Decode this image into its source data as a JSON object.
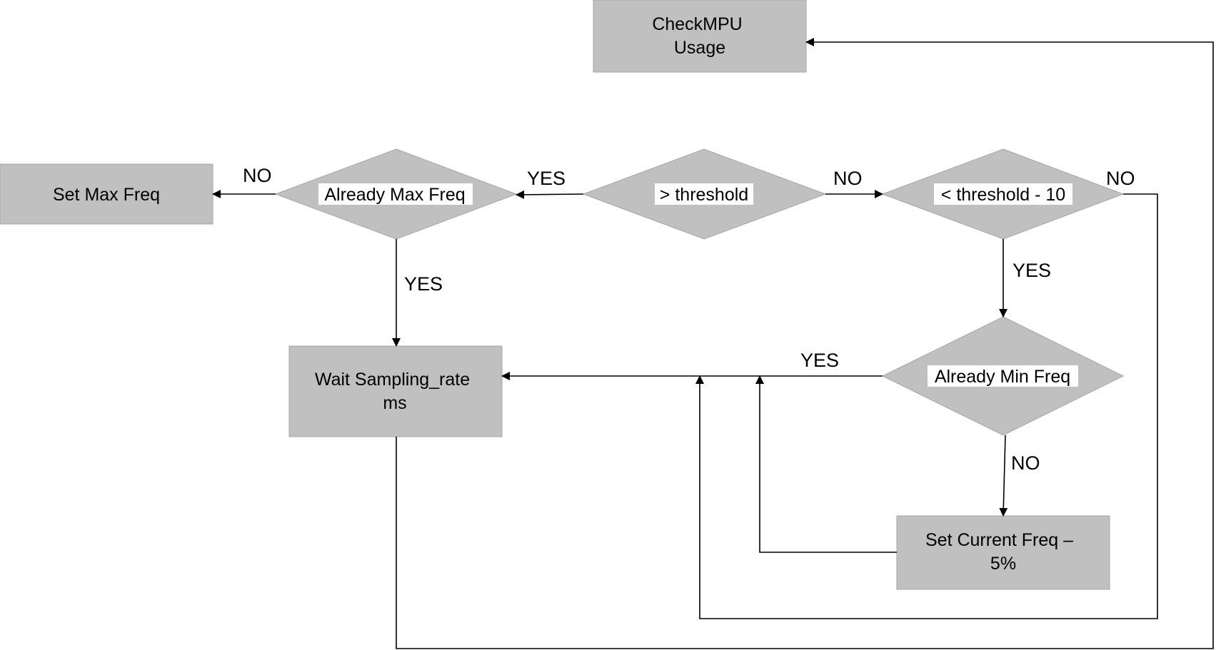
{
  "nodes": {
    "check_mpu": {
      "shape": "process",
      "lines": [
        "CheckMPU",
        "Usage"
      ]
    },
    "gt_threshold": {
      "shape": "decision",
      "lines": [
        "> threshold"
      ]
    },
    "already_max": {
      "shape": "decision",
      "lines": [
        "Already Max Freq"
      ]
    },
    "set_max": {
      "shape": "process",
      "lines": [
        "Set Max Freq"
      ]
    },
    "lt_threshold": {
      "shape": "decision",
      "lines": [
        "< threshold - 10"
      ]
    },
    "wait": {
      "shape": "process",
      "lines": [
        "Wait Sampling_rate",
        "ms"
      ]
    },
    "already_min": {
      "shape": "decision",
      "lines": [
        "Already Min Freq"
      ]
    },
    "set_current": {
      "shape": "process",
      "lines": [
        "Set Current Freq  –",
        "5%"
      ]
    }
  },
  "edges": [
    {
      "id": "gt-to-max",
      "from": "gt_threshold",
      "to": "already_max",
      "label": "YES"
    },
    {
      "id": "gt-to-lt",
      "from": "gt_threshold",
      "to": "lt_threshold",
      "label": "NO"
    },
    {
      "id": "max-to-setmax",
      "from": "already_max",
      "to": "set_max",
      "label": "NO"
    },
    {
      "id": "max-to-wait",
      "from": "already_max",
      "to": "wait",
      "label": "YES"
    },
    {
      "id": "lt-to-min",
      "from": "lt_threshold",
      "to": "already_min",
      "label": "YES"
    },
    {
      "id": "lt-loop",
      "from": "lt_threshold",
      "to": "wait",
      "label": "NO"
    },
    {
      "id": "min-to-wait",
      "from": "already_min",
      "to": "wait",
      "label": "YES"
    },
    {
      "id": "min-to-set",
      "from": "already_min",
      "to": "set_current",
      "label": "NO"
    },
    {
      "id": "set-to-wait",
      "from": "set_current",
      "to": "wait",
      "label": ""
    },
    {
      "id": "wait-to-check",
      "from": "wait",
      "to": "check_mpu",
      "label": ""
    }
  ]
}
